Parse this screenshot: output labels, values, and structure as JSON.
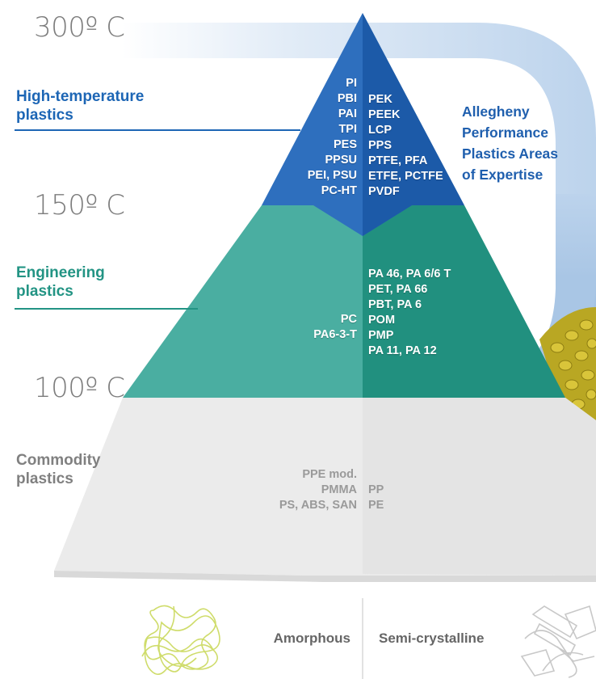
{
  "temperatures": {
    "t300": "300º C",
    "t150": "150º C",
    "t100": "100º C"
  },
  "categories": {
    "high": [
      "High-temperature",
      "plastics"
    ],
    "engineering": [
      "Engineering",
      "plastics"
    ],
    "commodity": [
      "Commodity",
      "plastics"
    ]
  },
  "high_temp": {
    "amorphous": [
      "PI",
      "PBI",
      "PAI",
      "TPI",
      "PES",
      "PPSU",
      "PEI, PSU",
      "PC-HT"
    ],
    "semi_crystalline": [
      "PEK",
      "PEEK",
      "LCP",
      "PPS",
      "PTFE, PFA",
      "ETFE, PCTFE",
      "PVDF"
    ]
  },
  "engineering": {
    "amorphous": [
      "PC",
      "PA6-3-T"
    ],
    "semi_crystalline": [
      "PA 46, PA 6/6 T",
      "PET, PA 66",
      "PBT, PA 6",
      "POM",
      "PMP",
      "PA 11, PA 12"
    ]
  },
  "commodity": {
    "amorphous": [
      "PPE mod.",
      "PMMA",
      "PS, ABS, SAN"
    ],
    "semi_crystalline": [
      "PP",
      "PE"
    ]
  },
  "expertise": [
    "Allegheny",
    "Performance",
    "Plastics Areas",
    "of Expertise"
  ],
  "footer": {
    "amorphous": "Amorphous",
    "semi_crystalline": "Semi-crystalline"
  },
  "colors": {
    "high_light": "#2e6fbe",
    "high_dark": "#1c5aa8",
    "eng_light": "#4aaea1",
    "eng_dark": "#21907f",
    "commodity": "#ebebeb",
    "arc": "#c5d9ee",
    "expertise_text": "#1f5fae",
    "high_label": "#1d66b5",
    "eng_label": "#239484",
    "commodity_label": "#808080"
  }
}
